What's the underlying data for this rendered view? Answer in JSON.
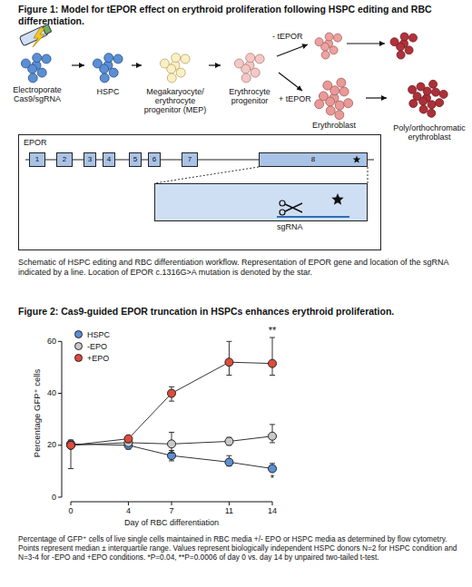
{
  "diagram": {
    "title": "Figure 1: Model for tEPOR effect on erythroid proliferation following HSPC editing and RBC differentiation.",
    "caption": "Schematic of HSPC editing and RBC differentiation workflow. Representation of EPOR gene and location of the sgRNA indicated by a line. Location of EPOR c.1316G>A mutation is denoted by the star.",
    "nodes": [
      {
        "text": [
          "Electroporate Cas9/sgRNA"
        ]
      },
      {
        "text": [
          "HSPC"
        ]
      },
      {
        "text": [
          "Megakaryocyte/ erythrocyte progenitor (MEP)"
        ]
      },
      {
        "text": [
          "Erythrocyte progenitor"
        ]
      },
      {
        "text": [
          "Erythroblast"
        ]
      },
      {
        "text": [
          "Poly/orthochromatic erythroblast"
        ]
      },
      {
        "text": [
          "EPOR"
        ]
      },
      {
        "text": [
          "1"
        ],
        "in": 6
      },
      {
        "text": [
          "2"
        ],
        "in": 6
      },
      {
        "text": [
          "3"
        ],
        "in": 6
      },
      {
        "text": [
          "4"
        ],
        "in": 6
      },
      {
        "text": [
          "5"
        ],
        "in": 6
      },
      {
        "text": [
          "6"
        ],
        "in": 6
      },
      {
        "text": [
          "7"
        ],
        "in": 6
      },
      {
        "text": [
          "8"
        ],
        "in": 6
      },
      {
        "text": [
          "sgRNA"
        ],
        "in": 6
      }
    ],
    "edges": [
      {
        "from": 0,
        "to": 1,
        "arrow": "to"
      },
      {
        "from": 1,
        "to": 2,
        "arrow": "to"
      },
      {
        "from": 2,
        "to": 3,
        "arrow": "to"
      },
      {
        "from": 3,
        "to": 4,
        "label": "+ tEPOR",
        "arrow": "to"
      },
      {
        "from": 4,
        "to": 5,
        "arrow": "to"
      }
    ],
    "labels": [
      "- tEPOR",
      "Figure 2: Cas9-guided EPOR truncation in HSPCs enhances erythroid proliferation.",
      "0",
      "20",
      "40",
      "60",
      "0",
      "4",
      "7",
      "11",
      "14",
      "Percentage GFP⁺ cells",
      "Day of RBC differentiation",
      "**",
      "*",
      "Percentage of GFP⁺ cells of live single cells maintained in RBC media +/- EPO or HSPC media as determined by flow cytometry. Points represent median ± interquartile range. Values represent biologically independent HSPC donors N=2 for HSPC condition and N=3-4 for -EPO and +EPO conditions. *P=0.04, **P=0.0006 of day 0 vs. day 14 by unpaired two-tailed t-test."
    ],
    "legend": [
      {
        "text": "HSPC",
        "color": "#5b8fd4"
      },
      {
        "text": "-EPO",
        "color": "#c9c9c9"
      },
      {
        "text": "+EPO",
        "color": "#e04a3b"
      }
    ]
  }
}
